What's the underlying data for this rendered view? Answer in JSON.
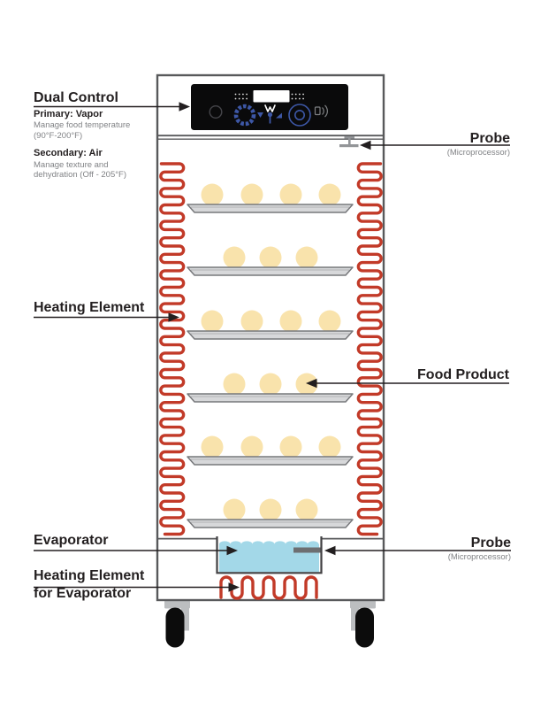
{
  "labels": {
    "dual_control": {
      "title": "Dual Control",
      "primary_title": "Primary: Vapor",
      "primary_line1": "Manage food temperature",
      "primary_line2": "(90°F-200°F)",
      "secondary_title": "Secondary: Air",
      "secondary_line1": "Manage texture and",
      "secondary_line2": "dehydration (Off - 205°F)"
    },
    "probe_top": {
      "title": "Probe",
      "subtitle": "(Microprocessor)"
    },
    "heating_element": {
      "title": "Heating Element"
    },
    "food_product": {
      "title": "Food Product"
    },
    "evaporator": {
      "title": "Evaporator"
    },
    "evaporator_heating_element": {
      "line1": "Heating Element",
      "line2": "for Evaporator"
    },
    "probe_bottom": {
      "title": "Probe",
      "subtitle": "(Microprocessor)"
    }
  },
  "diagram": {
    "shelves": [
      {
        "food_items": 4
      },
      {
        "food_items": 3
      },
      {
        "food_items": 4
      },
      {
        "food_items": 3
      },
      {
        "food_items": 4
      },
      {
        "food_items": 3
      }
    ],
    "colors": {
      "coil_red": "#c23a28",
      "food_fill": "#f9e3ac",
      "water_blue": "#a3d8e8",
      "tray_fill": "#d7d8da",
      "tray_stroke": "#77787b",
      "cabinet_stroke": "#58595b",
      "basin_stroke": "#414042",
      "panel_black": "#0a0a0b",
      "panel_blue": "#3d57a6",
      "probe_gray": "#939598",
      "water_probe_gray": "#6d6e71",
      "wheel_black": "#0c0c0c",
      "bracket_gray": "#bcbec0",
      "label_black": "#231f20",
      "label_gray": "#808285"
    }
  }
}
